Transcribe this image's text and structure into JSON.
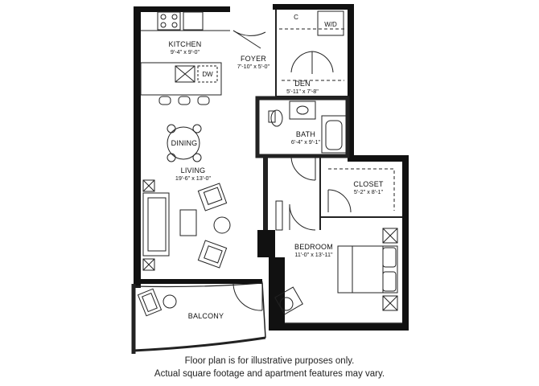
{
  "rooms": {
    "kitchen": {
      "name": "KITCHEN",
      "dims": "9'-4\" x 9'-0\""
    },
    "foyer": {
      "name": "FOYER",
      "dims": "7'-10\" x 5'-0\""
    },
    "den": {
      "name": "DEN",
      "dims": "5'-11\" x 7'-8\""
    },
    "bath": {
      "name": "BATH",
      "dims": "6'-4\" x 9'-1\""
    },
    "dining": {
      "name": "DINING"
    },
    "living": {
      "name": "LIVING",
      "dims": "19'-6\" x 13'-0\""
    },
    "closet": {
      "name": "CLOSET",
      "dims": "5'-2\" x 8'-1\""
    },
    "bedroom": {
      "name": "BEDROOM",
      "dims": "11'-0\" x 13'-11\""
    },
    "balcony": {
      "name": "BALCONY"
    }
  },
  "fixtures": {
    "closet_label": "C",
    "washer_dryer_label": "W/D",
    "dishwasher_label": "DW"
  },
  "footer": {
    "line1": "Floor plan is for illustrative purposes only.",
    "line2": "Actual square footage and apartment features may vary."
  },
  "colors": {
    "wall": "#111111",
    "background": "#ffffff",
    "line": "#222222"
  }
}
